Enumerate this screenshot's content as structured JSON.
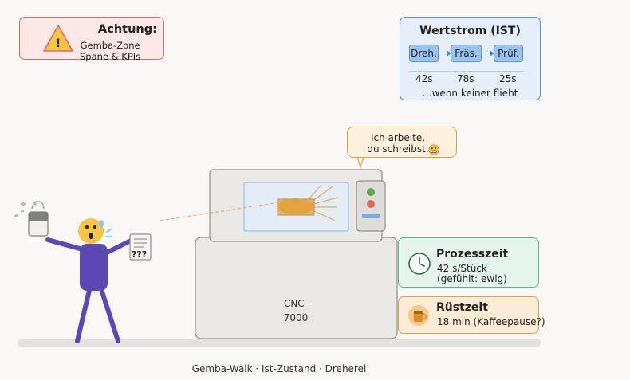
{
  "warning": {
    "title": "Achtung:",
    "line1": "Gemba-Zone",
    "line2": "Späne & KPIs",
    "icon": "warning-triangle-icon",
    "color": "#d96a65"
  },
  "value_stream": {
    "title": "Wertstrom (IST)",
    "steps": [
      "Dreh.",
      "Fräs.",
      "Prüf."
    ],
    "times": [
      "42s",
      "78s",
      "25s"
    ],
    "note": "…wenn keiner flieht"
  },
  "speech_bubble": {
    "line1": "Ich arbeite,",
    "line2": "du schreibst.",
    "icon": "grimacing-face-icon"
  },
  "machine": {
    "label": "CNC-7000"
  },
  "worker": {
    "paper_text": "???"
  },
  "process_time": {
    "title": "Prozesszeit",
    "line1": "42 s/Stück",
    "line2": "(gefühlt: ewig)",
    "icon": "clock-icon",
    "color": "#55b890"
  },
  "setup_time": {
    "title": "Rüstzeit",
    "line1": "18 min (Kaffeepause?)",
    "icon": "coffee-cup-icon",
    "color": "#d9a24a"
  },
  "caption": "Gemba-Walk · Ist-Zustand · Dreherei"
}
